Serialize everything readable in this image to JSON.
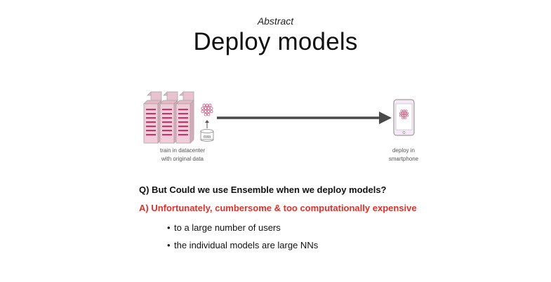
{
  "header": {
    "subtitle": "Abstract",
    "title": "Deploy models"
  },
  "diagram": {
    "data_label": "data",
    "caption_left": [
      "train in datacenter",
      "with original data"
    ],
    "caption_right": [
      "deploy in",
      "smartphone"
    ],
    "colors": {
      "server_fill": "#f0cdd8",
      "server_stroke": "#a8a8a8",
      "server_slot": "#b93a6e",
      "network_node": "#c9557f",
      "arrow": "#555555",
      "phone_fill": "#f5e8f7",
      "phone_stroke": "#8a8a8a"
    }
  },
  "content": {
    "question": "Q) But Could we use Ensemble when we deploy models?",
    "answer": "A) Unfortunately, cumbersome & too computationally expensive",
    "bullets": [
      "to a large number of users",
      "the individual models are large NNs"
    ]
  }
}
